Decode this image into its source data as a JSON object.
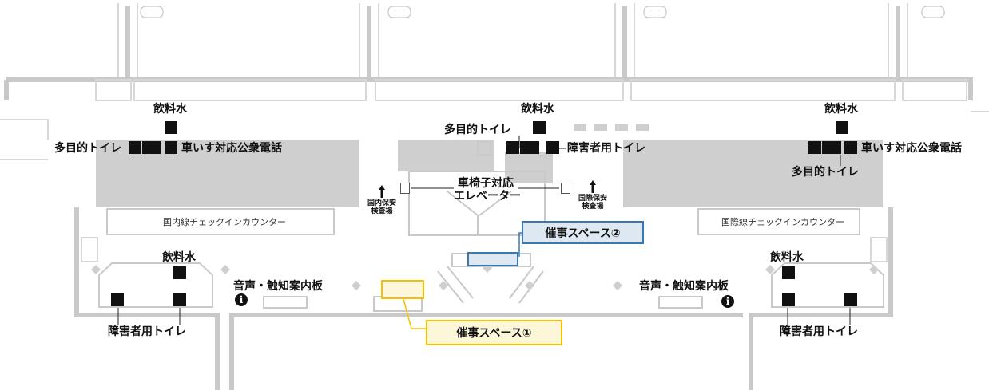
{
  "labels": {
    "drinking_water": "飲料水",
    "multipurpose_toilet": "多目的トイレ",
    "wheelchair_phone": "車いす対応公衆電話",
    "accessible_toilet": "障害者用トイレ",
    "wheelchair_elevator_line1": "車椅子対応",
    "wheelchair_elevator_line2": "エレベーター",
    "domestic_security_line1": "国内保安",
    "domestic_security_line2": "検査場",
    "intl_security_line1": "国際保安",
    "intl_security_line2": "検査場",
    "domestic_counter": "国内線チェックインカウンター",
    "intl_counter": "国際線チェックインカウンター",
    "tactile_board": "音声・触知案内板",
    "info_icon_glyph": "i",
    "event_space_1": "催事スペース①",
    "event_space_2": "催事スペース②"
  },
  "colors": {
    "wall": "#c9c9c9",
    "wall_light": "#e6e6e6",
    "floor_block": "#cfcfcf",
    "icon_bg": "#111111",
    "event_space_1_border": "#f5c000",
    "event_space_1_fill": "#fdf7da",
    "event_space_2_border": "#3a78b0",
    "event_space_2_fill": "#dde8f3"
  },
  "icons": [
    "drinking-water-icon",
    "wheelchair-icon",
    "baby-care-icon",
    "ostomate-icon",
    "telephone-icon",
    "elevator-icon",
    "info-icon"
  ]
}
